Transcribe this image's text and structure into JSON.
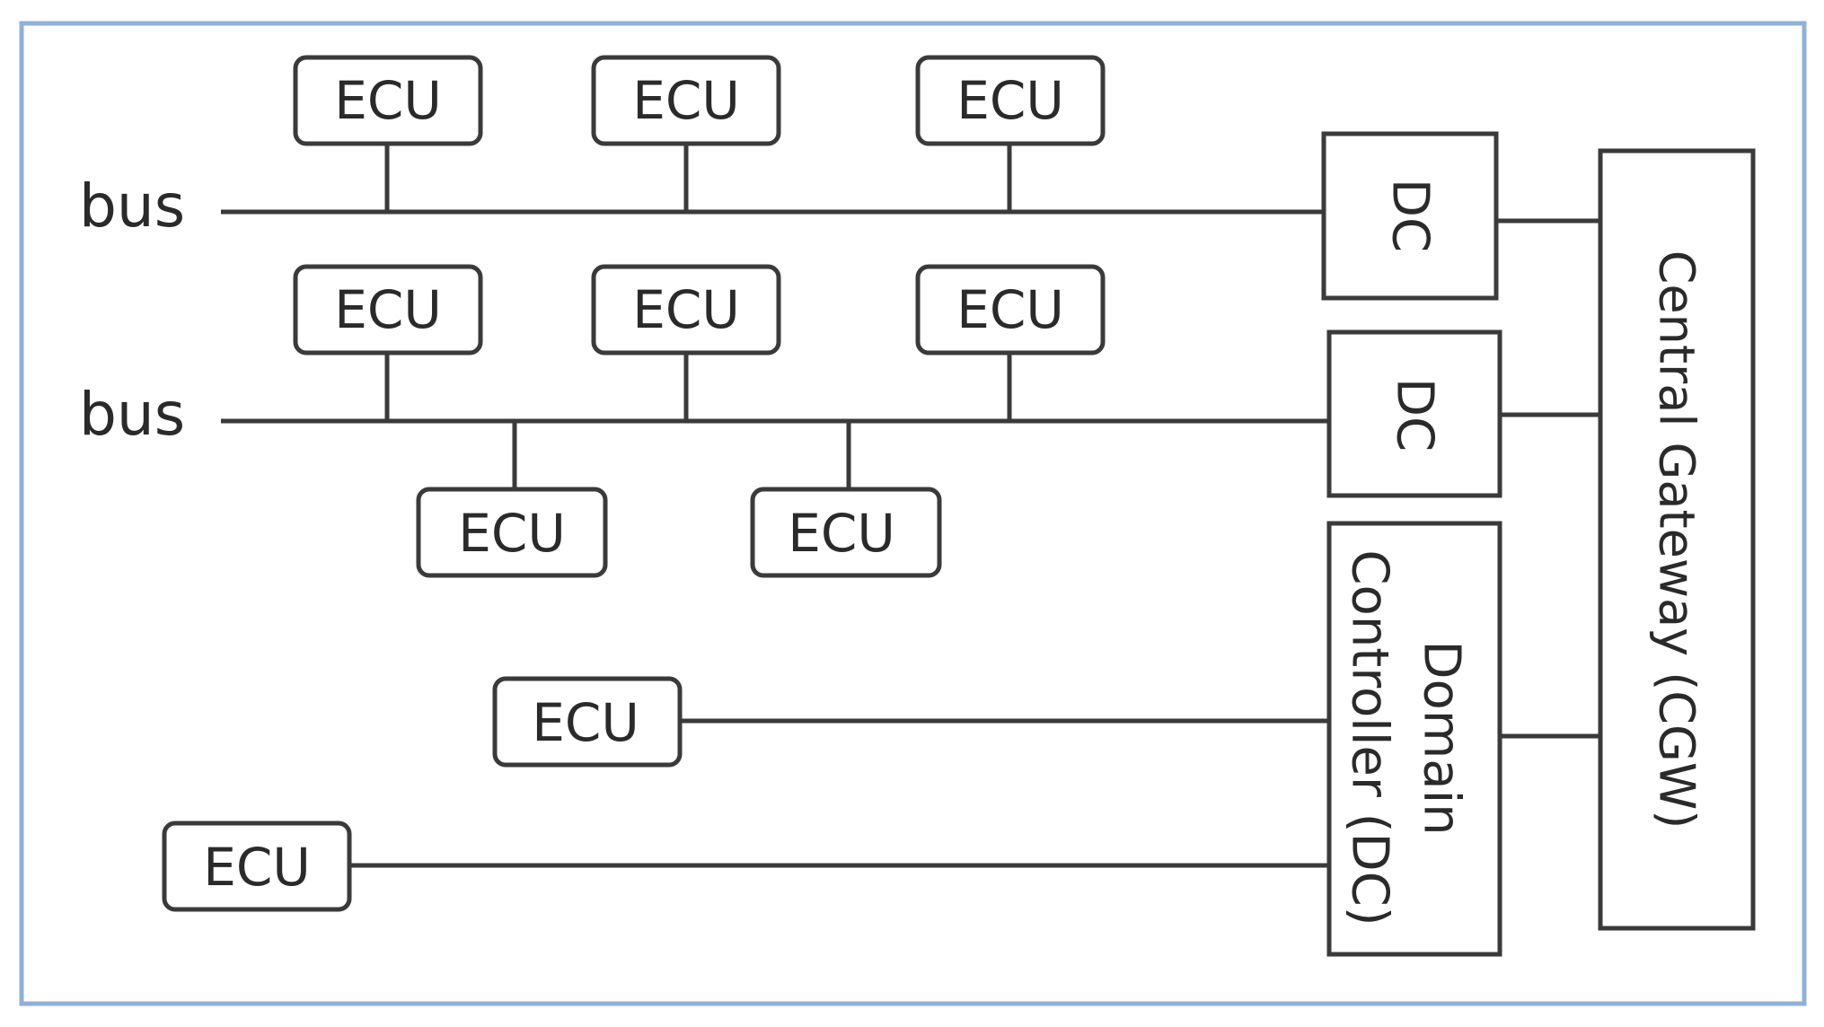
{
  "colors": {
    "frame": "#8fb0d8",
    "stroke": "#3a3a3a",
    "text": "#2a2a2a"
  },
  "bus_labels": [
    "bus",
    "bus"
  ],
  "bus1": {
    "ecus": [
      "ECU",
      "ECU",
      "ECU"
    ],
    "dc": "DC"
  },
  "bus2": {
    "ecus_top": [
      "ECU",
      "ECU",
      "ECU"
    ],
    "ecus_bottom": [
      "ECU",
      "ECU"
    ],
    "dc": "DC"
  },
  "direct_ecus": [
    "ECU",
    "ECU"
  ],
  "domain_controller": {
    "line1": "Domain",
    "line2": "Controller (DC)"
  },
  "central_gateway": "Central Gateway (CGW)"
}
